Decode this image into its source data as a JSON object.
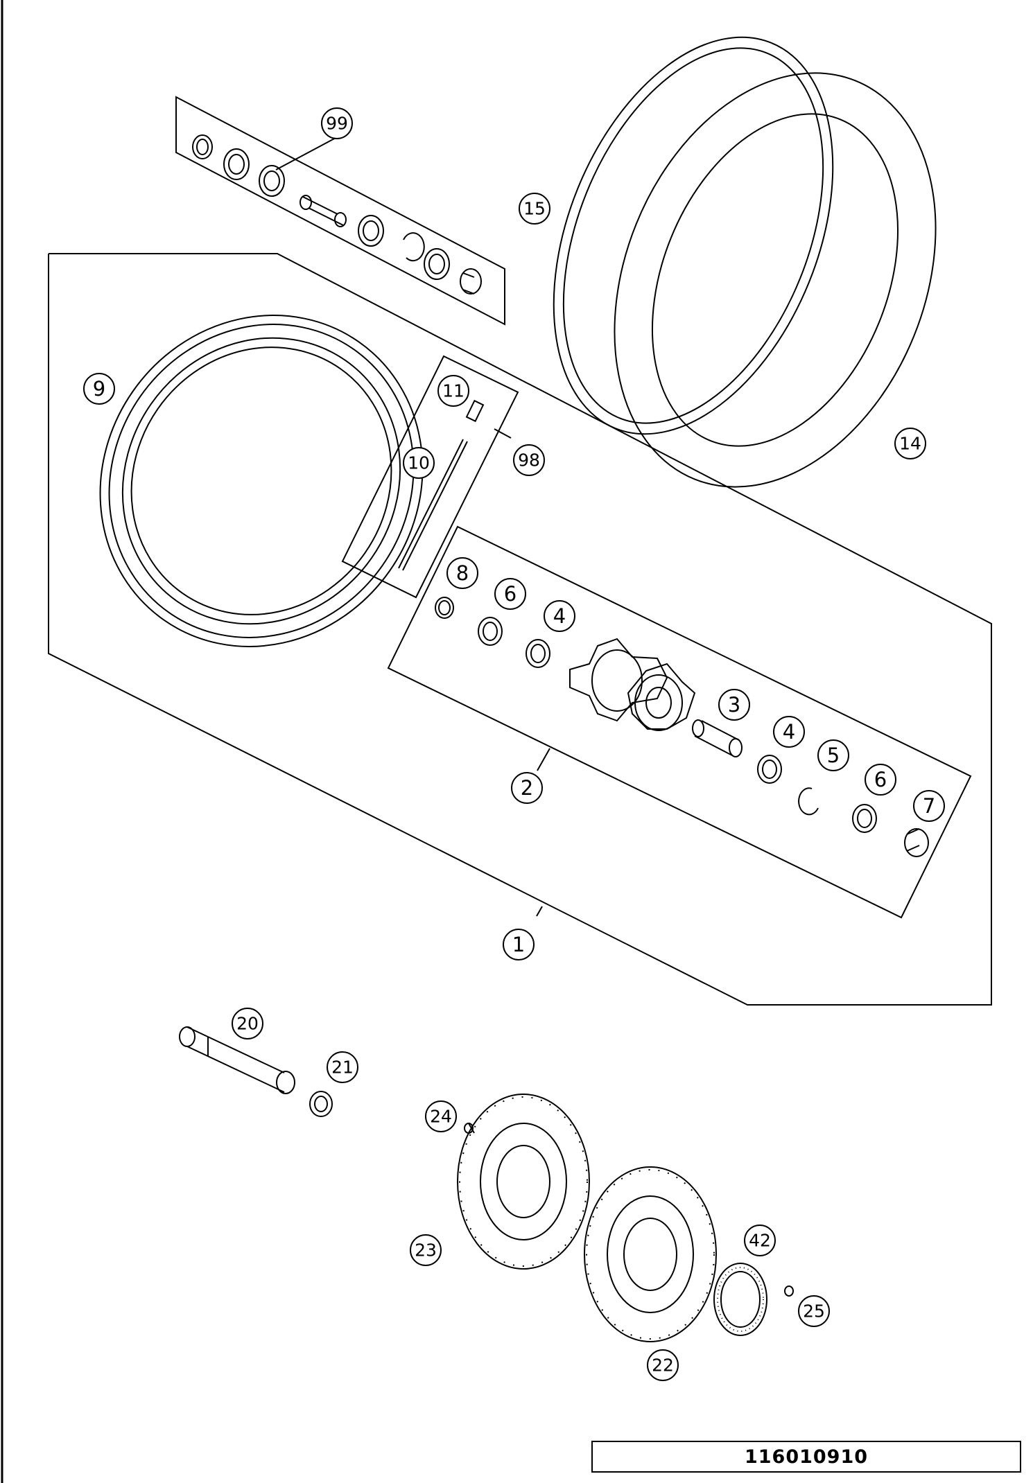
{
  "diagram": {
    "callouts": {
      "c1": "1",
      "c2": "2",
      "c3": "3",
      "c4a": "4",
      "c4b": "4",
      "c5": "5",
      "c6a": "6",
      "c6b": "6",
      "c7": "7",
      "c8": "8",
      "c9": "9",
      "c10": "10",
      "c11": "11",
      "c14": "14",
      "c15": "15",
      "c20": "20",
      "c21": "21",
      "c22": "22",
      "c23": "23",
      "c24": "24",
      "c25": "25",
      "c42": "42",
      "c98": "98",
      "c99": "99"
    },
    "reference_number": "116010910"
  }
}
